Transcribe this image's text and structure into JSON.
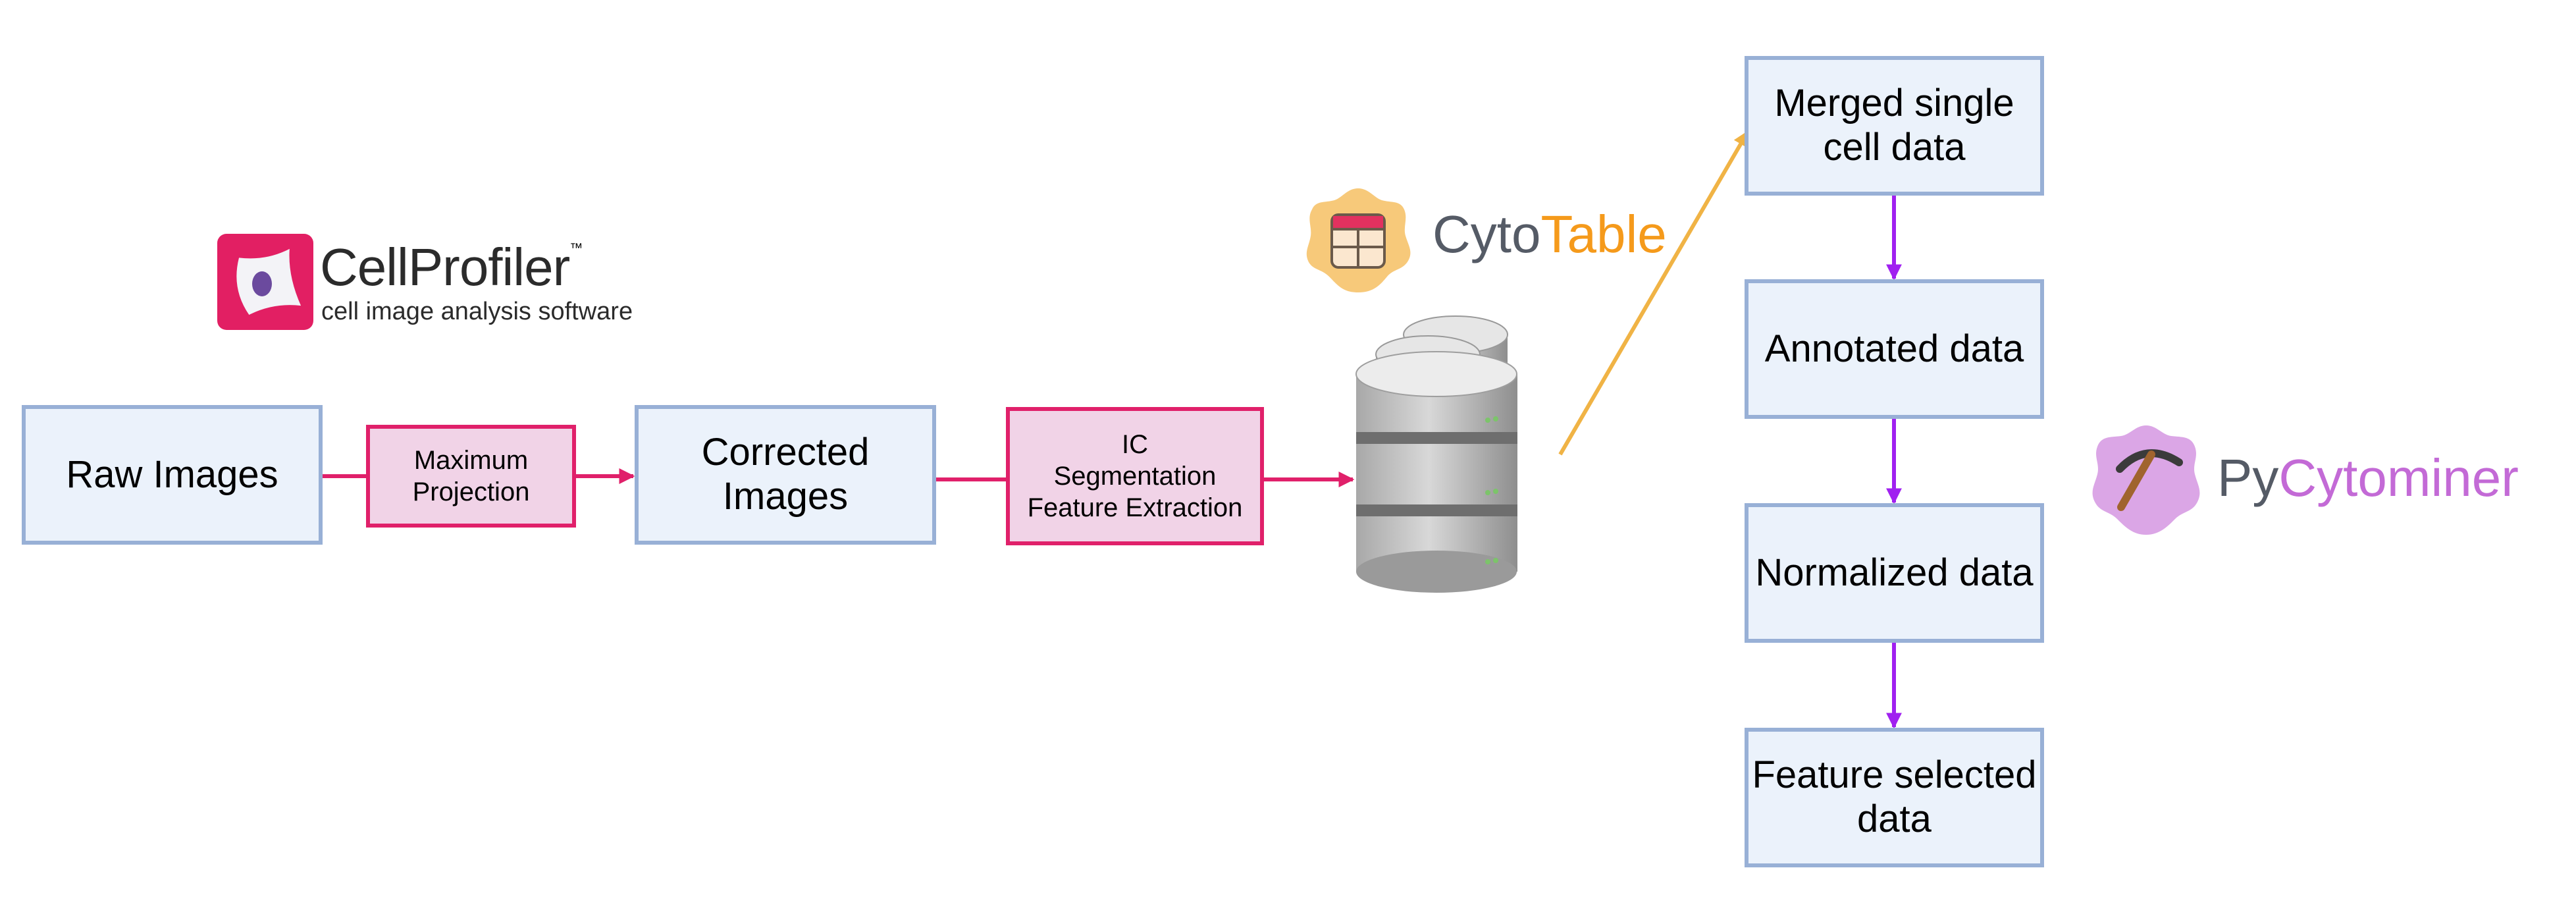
{
  "pipeline": {
    "nodes": {
      "raw_images": "Raw Images",
      "maximum_projection": "Maximum\nProjection",
      "corrected_images": "Corrected\nImages",
      "processing_step": "IC\nSegmentation\nFeature Extraction",
      "merged_data": "Merged single\ncell data",
      "annotated_data": "Annotated data",
      "normalized_data": "Normalized data",
      "feature_selected_data": "Feature selected\ndata"
    }
  },
  "logos": {
    "cellprofiler": {
      "name": "CellProfiler",
      "trademark": "™",
      "tagline": "cell image analysis software",
      "icon": "cellprofiler-logo-icon"
    },
    "cytotable": {
      "name_part1": "Cyto",
      "name_part2": "Table",
      "icon": "cytotable-table-icon"
    },
    "pycytominer": {
      "name_part1": "Py",
      "name_part2": "Cytominer",
      "icon": "pickaxe-icon"
    }
  },
  "database_icon": "database-icon",
  "colors": {
    "box_fill": "#ebf2fb",
    "box_border": "#98b0d6",
    "step_fill": "#f1d3e7",
    "step_border": "#e0206a",
    "pink_arrow": "#e0206a",
    "orange_arrow": "#f0b345",
    "purple_arrow": "#a020f0",
    "cytotable_orange": "#f59a1b",
    "pycytominer_purple": "#c36ad6",
    "logo_gray": "#555b66"
  }
}
